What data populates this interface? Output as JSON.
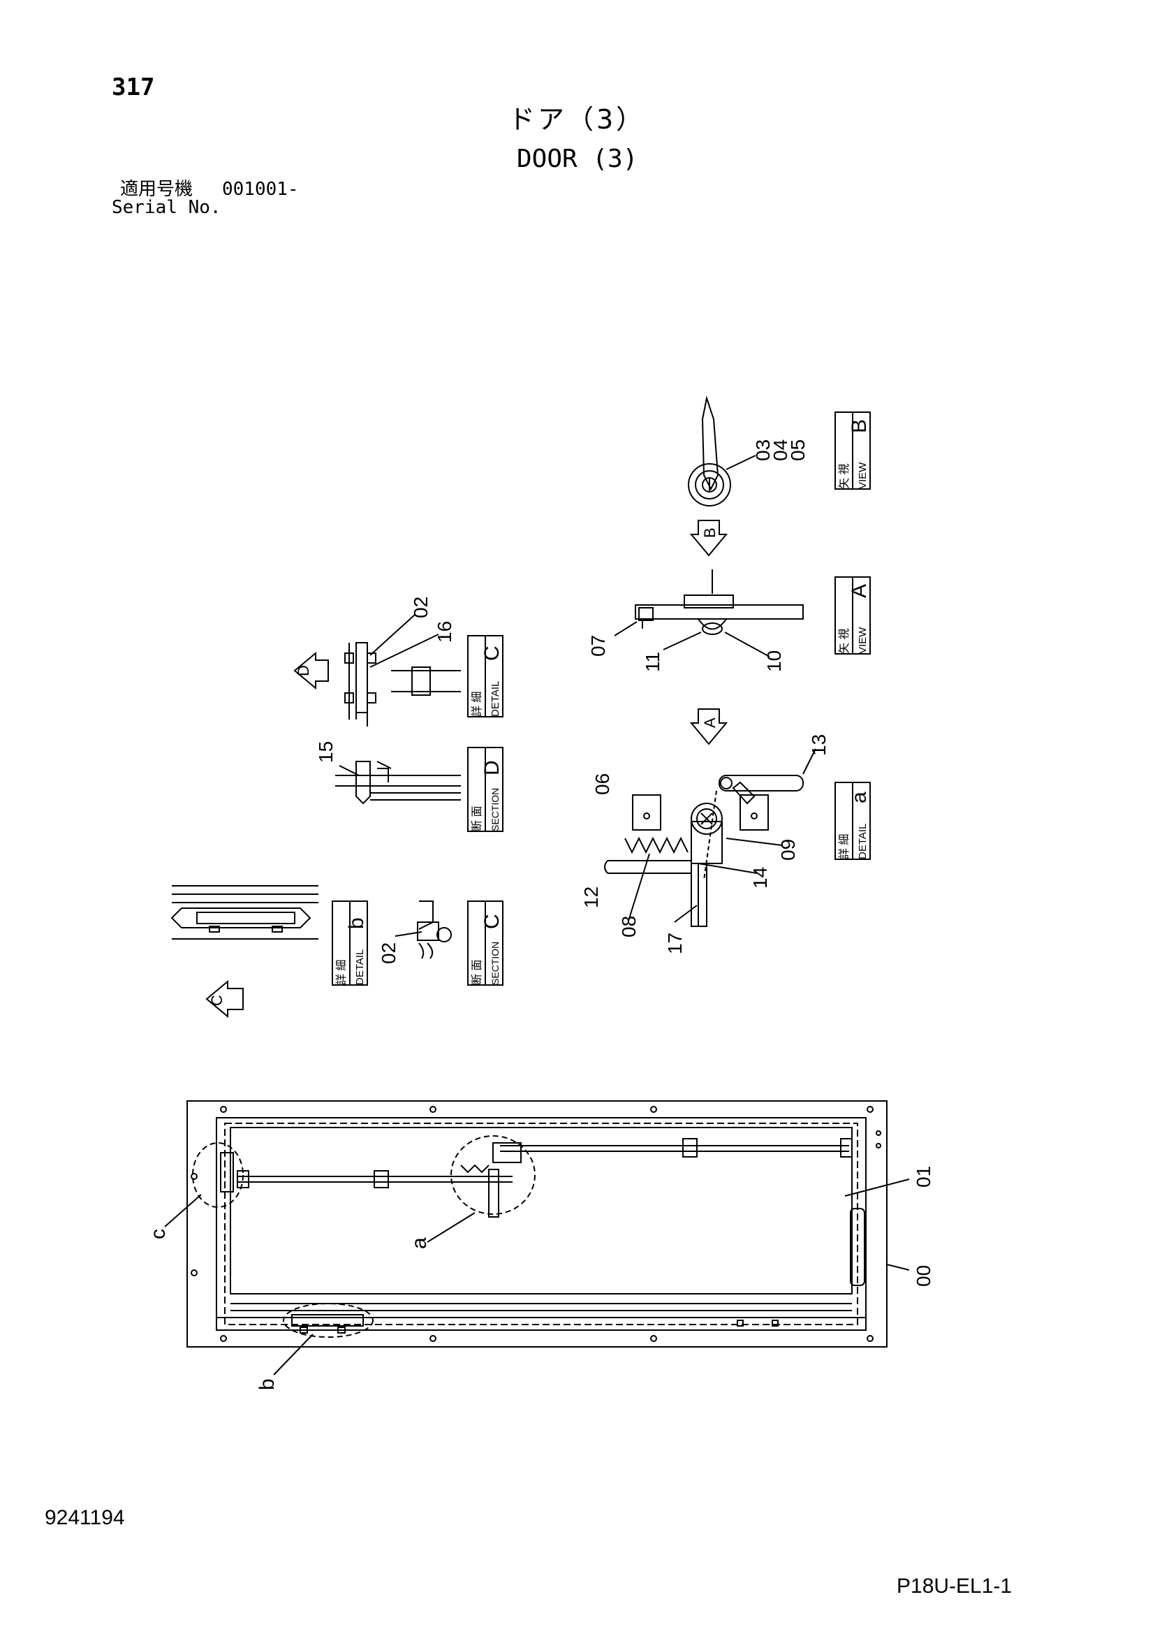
{
  "header": {
    "page_number": "317",
    "title_jp": "ドア（3）",
    "title_en": "DOOR (3)",
    "serial_label_jp": "適用号機",
    "serial_value": "001001-",
    "serial_label_en": "Serial No."
  },
  "footer": {
    "document_number": "9241194",
    "model_code": "P18U-EL1-1"
  },
  "labels": {
    "view_jp": "矢 視",
    "view_en": "VIEW",
    "detail_jp": "詳 細",
    "detail_en": "DETAIL",
    "section_jp": "断 面",
    "section_en": "SECTION",
    "letter_A": "A",
    "letter_B": "B",
    "letter_C": "C",
    "letter_D": "D",
    "letter_a": "a",
    "letter_b": "b",
    "letter_c": "c"
  },
  "parts": {
    "p00": "00",
    "p01": "01",
    "p02": "02",
    "p03": "03",
    "p04": "04",
    "p05": "05",
    "p06": "06",
    "p07": "07",
    "p08": "08",
    "p09": "09",
    "p10": "10",
    "p11": "11",
    "p12": "12",
    "p13": "13",
    "p14": "14",
    "p15": "15",
    "p16": "16",
    "p17": "17"
  }
}
